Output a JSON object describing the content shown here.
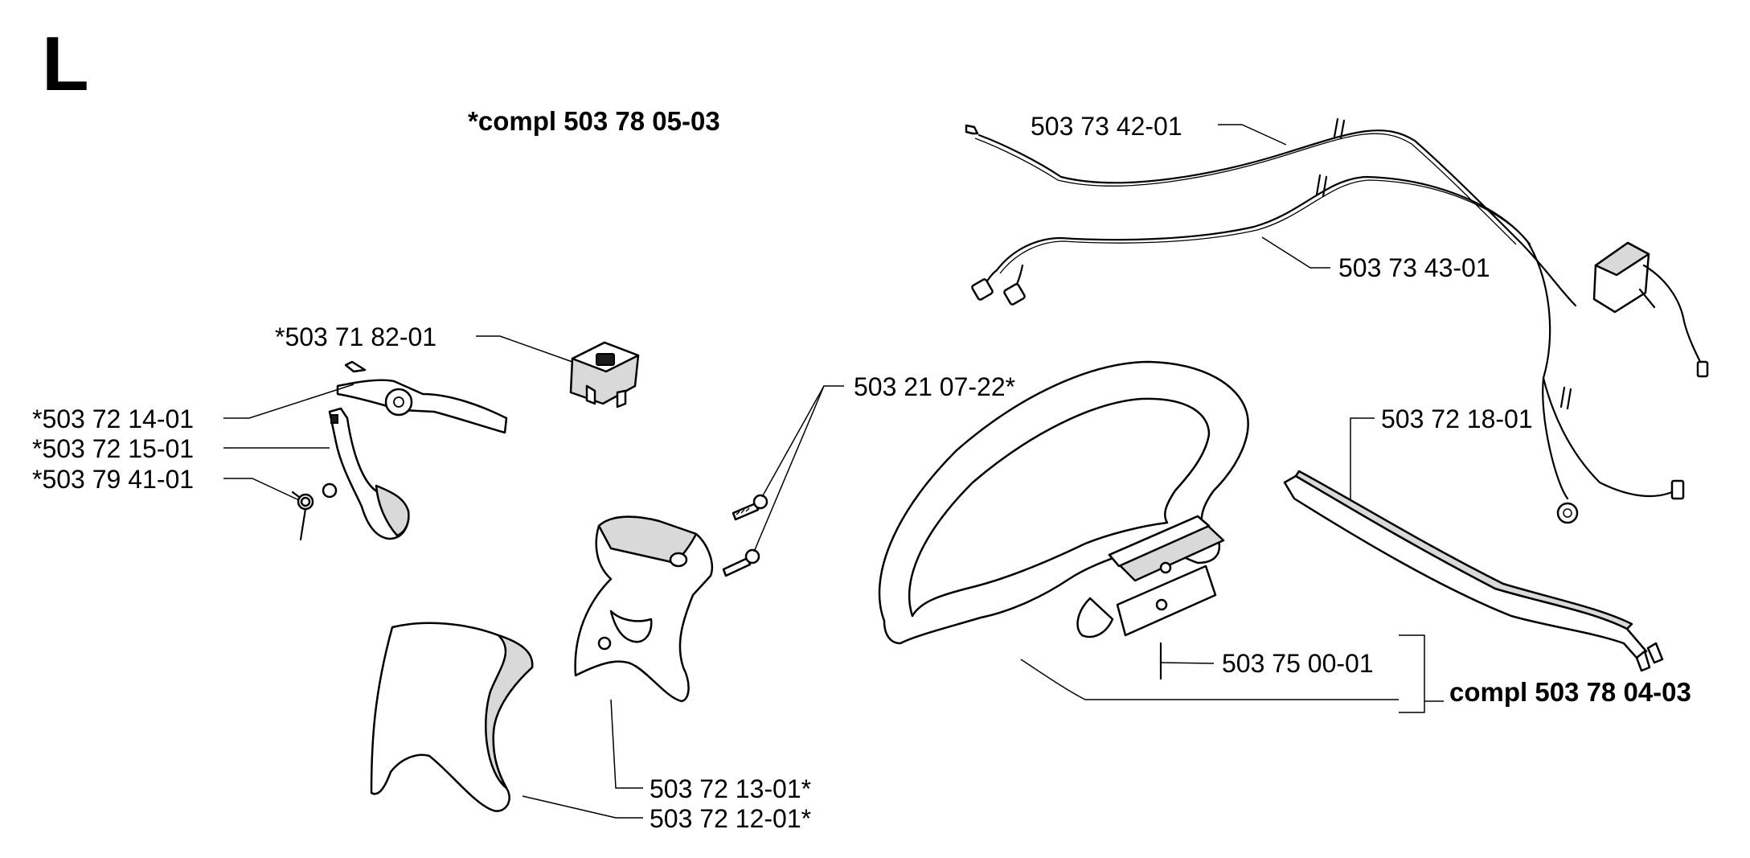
{
  "section_letter": "L",
  "kit_left": "*compl 503 78 05-03",
  "kit_right": "compl 503 78 04-03",
  "labels": {
    "cable_a": "503 73 42-01",
    "cable_b": "503 73 43-01",
    "switch": "*503 71 82-01",
    "lever": "*503 72 14-01",
    "trigger": "*503 72 15-01",
    "spring": "*503 79 41-01",
    "screw": "503 21 07-22*",
    "rail": "503 72 18-01",
    "clamp": "503 75 00-01",
    "housing": "503 72 13-01*",
    "cover": "503 72 12-01*"
  }
}
